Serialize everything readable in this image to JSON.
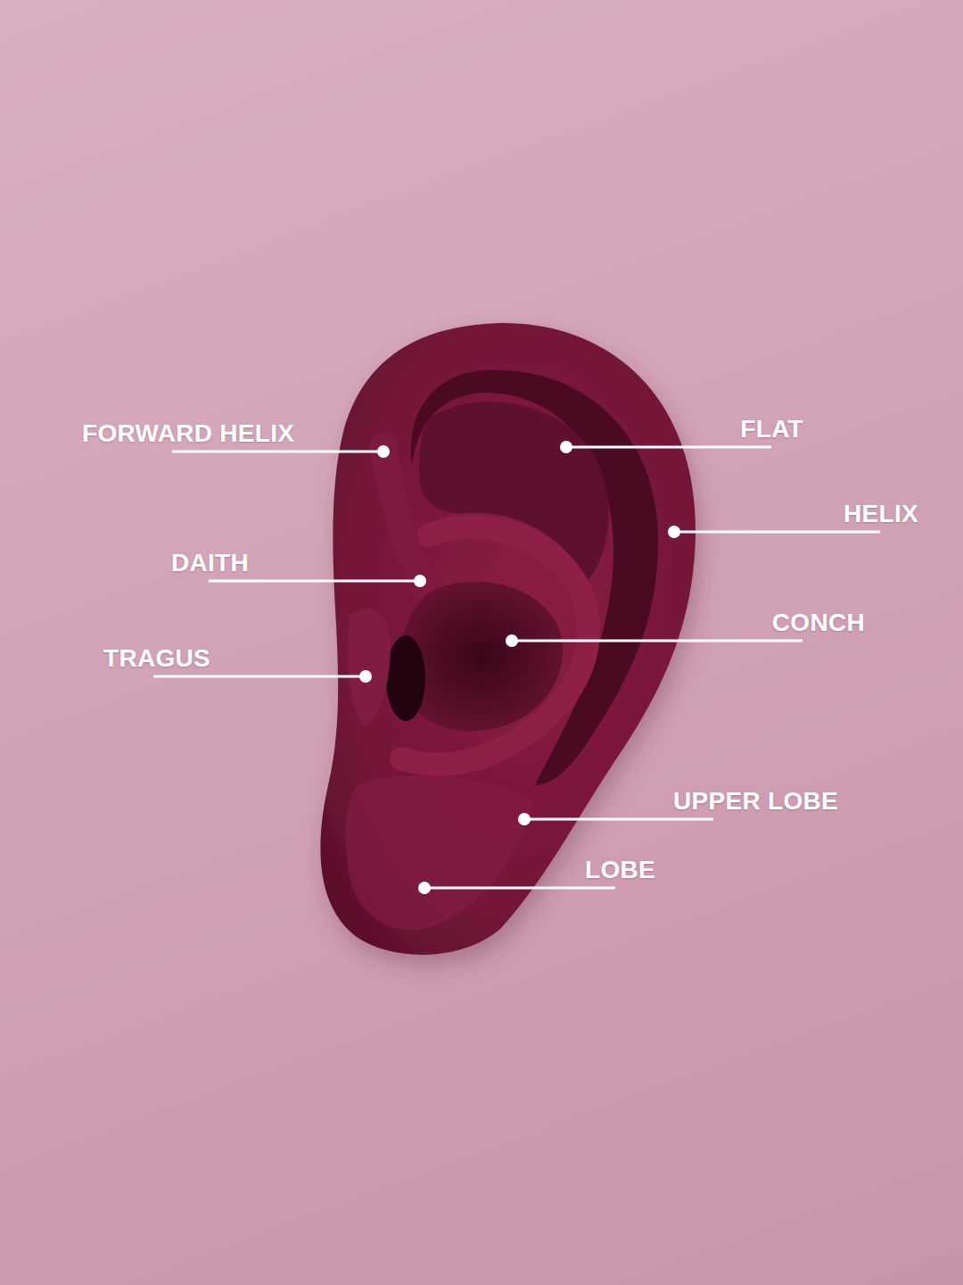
{
  "diagram": {
    "labels": [
      "FORWARD HELIX",
      "FLAT",
      "HELIX",
      "DAITH",
      "CONCH",
      "TRAGUS",
      "UPPER LOBE",
      "LOBE"
    ]
  }
}
